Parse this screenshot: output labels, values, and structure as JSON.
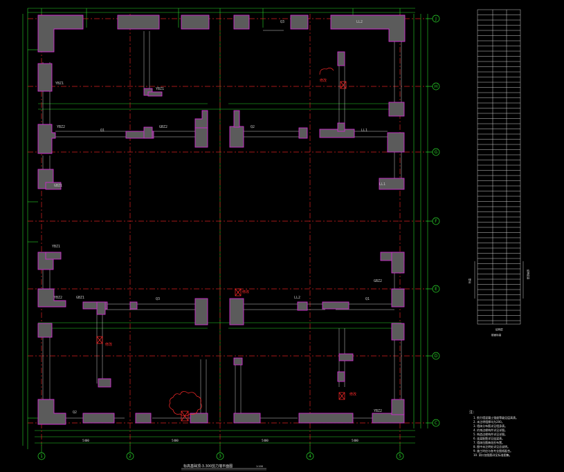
{
  "drawing": {
    "title": "标高基础顶-3.300剪力墙平面图",
    "scale": "1:100",
    "axes_bottom": [
      "1",
      "2",
      "3",
      "4",
      "5"
    ],
    "axes_right": [
      "J",
      "H",
      "G",
      "F",
      "E",
      "D",
      "C"
    ],
    "dims_bottom": [
      "5400",
      "5400",
      "5400",
      "5400"
    ],
    "wall_tags": [
      "Q1",
      "Q2",
      "Q3",
      "YBZ1",
      "YBZ2",
      "GBZ1",
      "GBZ2",
      "LL1",
      "LL2"
    ],
    "revision_notes": [
      "修改",
      "修改",
      "修改",
      "修改"
    ]
  },
  "legend": {
    "side_label_left": "标高",
    "side_label_right": "结构层高",
    "caption_1": "结构层",
    "caption_2": "楼面标高"
  },
  "notes": {
    "heading": "注：",
    "lines": [
      "1. 剪力墙混凝土强度等级见层高表。",
      "2. 未注明墙厚均为200。",
      "3. 墙体分布筋详见墙身表。",
      "4. 约束边缘构件详见详图。",
      "5. 构造边缘构件详见详图。",
      "6. 连梁配筋详见连梁表。",
      "7. 墙体拉筋梅花形布置。",
      "8. 图中未注明处详见总说明。",
      "9. 施工时应与各专业图纸配合。",
      "10. 洞口加强筋详见标准图集。"
    ]
  },
  "colors": {
    "wall_fill": "#5b5b5b",
    "wall_edge": "#cf2bcf",
    "axis_line": "#d92222",
    "dim_line": "#2bd92b",
    "revision_cloud": "#ff2a2a"
  }
}
